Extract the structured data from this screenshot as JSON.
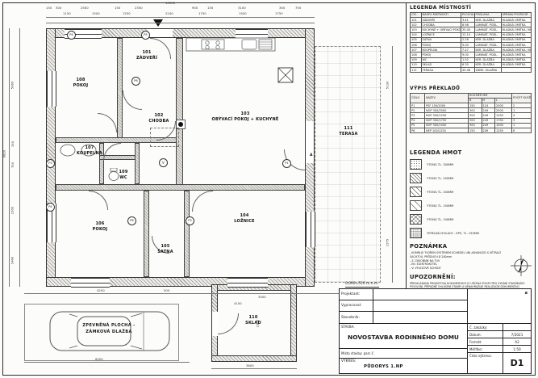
{
  "legend_rooms": {
    "title": "LEGENDA MÍSTNOSTÍ",
    "headers": {
      "no": "ČÍS.",
      "name": "NÁZEV MÍSTNOSTI",
      "area": "PLOCHA (M2)",
      "floor": "PODLAHA",
      "surface": "ÚPRAVA POVRCHŮ"
    },
    "rows": [
      {
        "no": "101",
        "name": "ZÁDVEŘÍ",
        "area": "3.41",
        "floor": "KER. DLAŽBA",
        "surface": "HLADKÁ OMÍTKA"
      },
      {
        "no": "102",
        "name": "CHODBA",
        "area": "6.98",
        "floor": "LAMINÁT. PODL.",
        "surface": "HLADKÁ OMÍTKA"
      },
      {
        "no": "103",
        "name": "KUCHYNĚ + OBÝVACÍ POKOJ",
        "area": "35.00",
        "floor": "LAMINÁT. PODL.",
        "surface": "HLADKÁ OMÍTKA / KERAM. OBKLAD"
      },
      {
        "no": "104",
        "name": "LOŽNICE",
        "area": "12.14",
        "floor": "LAMINÁT. PODL.",
        "surface": "HLADKÁ OMÍTKA"
      },
      {
        "no": "105",
        "name": "ŠATNA",
        "area": "2.28",
        "floor": "KER. DLAŽBA",
        "surface": "HLADKÁ OMÍTKA"
      },
      {
        "no": "106",
        "name": "POKOJ",
        "area": "9.00",
        "floor": "LAMINÁT. PODL.",
        "surface": "HLADKÁ OMÍTKA"
      },
      {
        "no": "107",
        "name": "KOUPELNA",
        "area": "7.47",
        "floor": "KER. DLAŽBA",
        "surface": "HLADKÁ OMÍTKA / KERAM. OBKLAD"
      },
      {
        "no": "108",
        "name": "POKOJ",
        "area": "9.00",
        "floor": "LAMINÁT. PODL.",
        "surface": "HLADKÁ OMÍTKA"
      },
      {
        "no": "109",
        "name": "WC",
        "area": "1.52",
        "floor": "KER. DLAŽBA",
        "surface": "HLADKÁ OMÍTKA"
      },
      {
        "no": "110",
        "name": "SKLAD",
        "area": "6.30",
        "floor": "KER. DLAŽBA",
        "surface": "HLADKÁ OMÍTKA"
      },
      {
        "no": "111",
        "name": "TERASA",
        "area": "45.46",
        "floor": "ZÁMK. DLAŽBA",
        "surface": ""
      }
    ]
  },
  "lintels": {
    "title": "VÝPIS PŘEKLADŮ",
    "headers": {
      "no": "ČÍSLO",
      "name": "NÁZEV",
      "size": "ROZMĚR MM",
      "b": "B",
      "h": "H",
      "l": "L",
      "count": "POČET KUSŮ"
    },
    "rows": [
      {
        "no": "P1",
        "name": "PSF 150/2000",
        "b": "150",
        "h": "124",
        "l": "2000",
        "count": "2"
      },
      {
        "no": "P2",
        "name": "NOP 300/2500",
        "b": "300",
        "h": "249",
        "l": "2500",
        "count": "1"
      },
      {
        "no": "P3",
        "name": "NOP 300/1250",
        "b": "300",
        "h": "249",
        "l": "1250",
        "count": "4"
      },
      {
        "no": "P4",
        "name": "NOP 300/1750",
        "b": "300",
        "h": "249",
        "l": "1750",
        "count": "3"
      },
      {
        "no": "P5",
        "name": "NOP 300/1000",
        "b": "300",
        "h": "249",
        "l": "1000",
        "count": "1"
      },
      {
        "no": "P6",
        "name": "NEP 100/1250",
        "b": "150",
        "h": "249",
        "l": "1250",
        "count": "6"
      }
    ]
  },
  "materials": {
    "title": "LEGENDA HMOT",
    "items": [
      {
        "label": "YTONG TL. 300MM",
        "pattern": "p-dots"
      },
      {
        "label": "YTONG TL. 250MM",
        "pattern": "p-diag"
      },
      {
        "label": "YTONG TL. 200MM",
        "pattern": "p-diag2"
      },
      {
        "label": "YTONG TL. 150MM",
        "pattern": "p-diag3"
      },
      {
        "label": "YTONG TL. 100MM",
        "pattern": "p-cross"
      },
      {
        "label": "TEPELNÁ IZOLACE - EPS, TL. 150MM",
        "pattern": "p-dots2"
      }
    ]
  },
  "note": {
    "title": "POZNÁMKA",
    "lines": [
      "-  KOMÍN JE TVOŘEN SYSTÉMEM SCHIEDEL UNI ADVANCED S VĚTRACÍ ŠACHTOU, PRŮDUCH Ø 200mm",
      "-  Z: ZÁSOBNÍK NA TUV",
      "-  EK: ELEKTROKOTEL",
      "-  V: VÝLEZOVÉ SCHODY"
    ]
  },
  "warning": {
    "title": "UPOZORNĚNÍ:",
    "text": "PŘEDKLÁDANÁ PROJEKTOVÁ DOKUMENTACE JE URČENA POUZE PRO VYDÁNÍ STAVEBNÍHO POVOLENÍ, PŘÍPADNĚ OHLÁŠENÍ STAVBY A NENAHRAZUJE REALIZAČNÍ DOKUMENTACI"
  },
  "titleblock": {
    "projektant_label": "Projektant:",
    "vypracoval_label": "Vypracoval:",
    "stavebnik_label": "Stavebník:",
    "stavba_label": "STAVBA:",
    "stavba_value": "NOVOSTAVBA RODINNÉHO DOMU",
    "misto_label": "Místo stavby: parc.č.",
    "vykres_label": "VÝKRES:",
    "vykres_value": "PŮDORYS 1.NP",
    "zakazka_label": "Č. zakázky:",
    "zakazka_value": "",
    "datum_label": "Datum:",
    "datum_value": "7/2021",
    "format_label": "Formát:",
    "format_value": "A2",
    "meritko_label": "Měřítko:",
    "meritko_value": "1:50",
    "cislo_label": "Číslo výkresu:",
    "cislo_value": "D1",
    "rev": "a",
    "level_note": "0,000=510 m.n.m."
  },
  "rooms": [
    {
      "num": "101",
      "name": "ZÁDVEŘÍ"
    },
    {
      "num": "102",
      "name": "CHODBA"
    },
    {
      "num": "103",
      "name": "OBÝVACÍ POKOJ + KUCHYNĚ"
    },
    {
      "num": "104",
      "name": "LOŽNICE"
    },
    {
      "num": "105",
      "name": "ŠATNA"
    },
    {
      "num": "106",
      "name": "POKOJ"
    },
    {
      "num": "107",
      "name": "KOUPELNA"
    },
    {
      "num": "108",
      "name": "POKOJ"
    },
    {
      "num": "109",
      "name": "WC"
    },
    {
      "num": "110",
      "name": "SKLAD"
    },
    {
      "num": "111",
      "name": "TERASA"
    }
  ],
  "paved": {
    "line1": "ZPEVNĚNÁ PLOCHA -",
    "line2": "ZÁMKOVÁ DLAŽBA"
  },
  "plan_lintels": [
    "P4",
    "P5",
    "P6",
    "P3",
    "P4",
    "P6",
    "P1",
    "P3"
  ],
  "plan_marks": {
    "v": "V",
    "section": "A"
  },
  "dims": [
    "10000",
    "150",
    "300",
    "2500",
    "150",
    "2350",
    "900",
    "130",
    "3100",
    "300",
    "750",
    "1150",
    "1500",
    "1250",
    "1750",
    "1500",
    "1750",
    "9820",
    "5060",
    "150",
    "750",
    "2300",
    "1460",
    "4250",
    "500",
    "6500",
    "3600",
    "3000",
    "4100",
    "2100",
    "5130",
    "1575",
    "2240"
  ]
}
